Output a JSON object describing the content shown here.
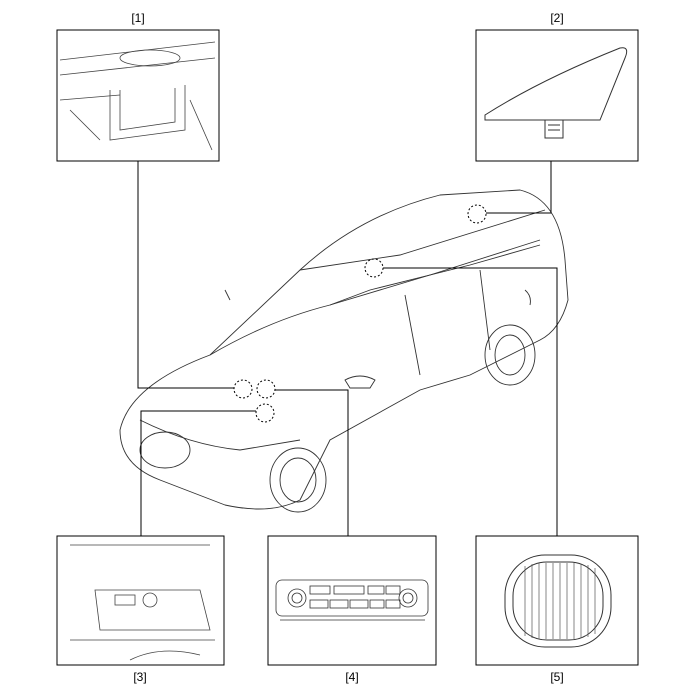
{
  "callouts": [
    {
      "label": "[1]"
    },
    {
      "label": "[2]"
    },
    {
      "label": "[3]"
    },
    {
      "label": "[4]"
    },
    {
      "label": "[5]"
    }
  ]
}
